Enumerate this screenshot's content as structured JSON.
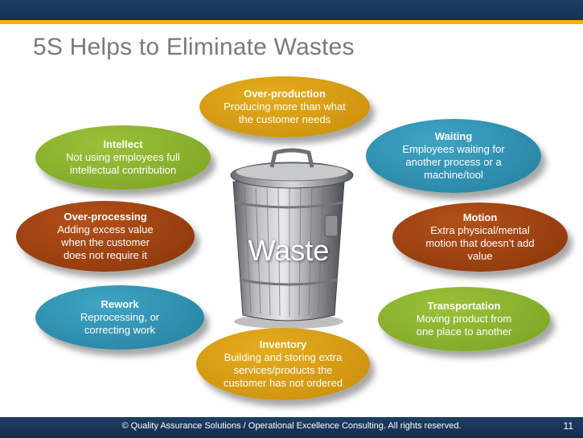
{
  "slide": {
    "title": "5S Helps to Eliminate Wastes",
    "footer": "© Quality Assurance Solutions / Operational Excellence Consulting.  All rights reserved.",
    "page_number": "11",
    "center_label": "Waste"
  },
  "colors": {
    "header_bar": "#1e3f66",
    "accent_stripe": "#f5b400",
    "gold": "#c88d0a",
    "green": "#79a322",
    "teal": "#257f9e",
    "brown": "#8a3509"
  },
  "wastes": [
    {
      "heading": "Over-production",
      "lines": [
        "Producing more than what",
        "the customer needs"
      ]
    },
    {
      "heading": "Intellect",
      "lines": [
        "Not using employees full",
        "intellectual contribution"
      ]
    },
    {
      "heading": "Waiting",
      "lines": [
        "Employees waiting for",
        "another process or a",
        "machine/tool"
      ]
    },
    {
      "heading": "Over-processing",
      "lines": [
        "Adding excess value",
        "when the customer",
        "does not require it"
      ]
    },
    {
      "heading": "Motion",
      "lines": [
        "Extra physical/mental",
        "motion that doesn’t add",
        "value"
      ]
    },
    {
      "heading": "Rework",
      "lines": [
        "Reprocessing, or",
        "correcting work"
      ]
    },
    {
      "heading": "Transportation",
      "lines": [
        "Moving product from",
        "one place to another"
      ]
    },
    {
      "heading": "Inventory",
      "lines": [
        "Building and storing extra",
        "services/products the",
        "customer has not ordered"
      ]
    }
  ]
}
